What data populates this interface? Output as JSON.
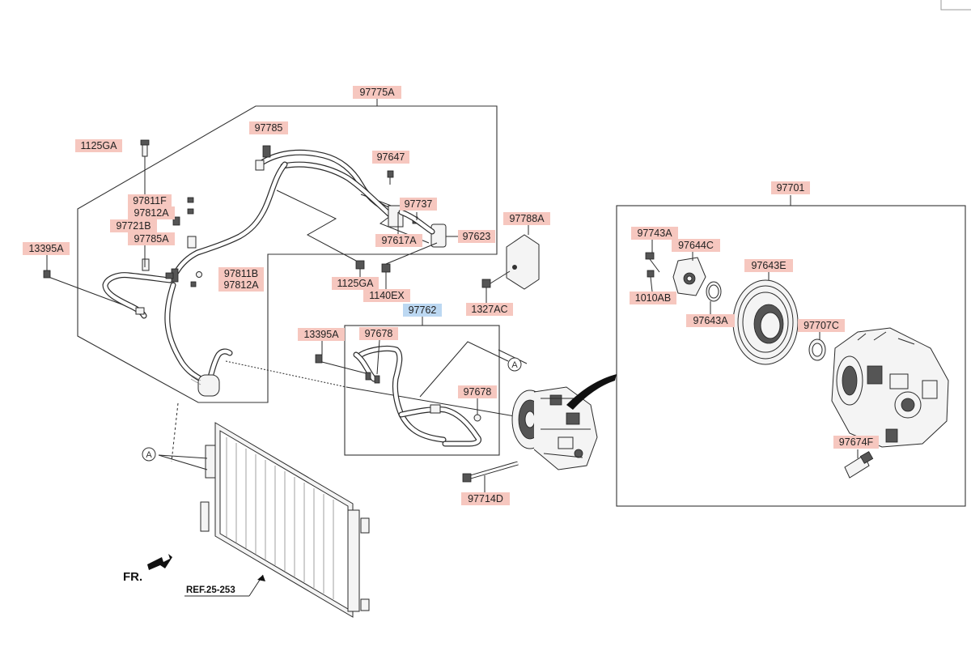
{
  "labels": [
    {
      "id": "97775A",
      "text": "97775A"
    },
    {
      "id": "97785",
      "text": "97785"
    },
    {
      "id": "1125GA_top",
      "text": "1125GA"
    },
    {
      "id": "97647",
      "text": "97647"
    },
    {
      "id": "97811F",
      "text": "97811F"
    },
    {
      "id": "97812A_top",
      "text": "97812A"
    },
    {
      "id": "97737",
      "text": "97737"
    },
    {
      "id": "97721B",
      "text": "97721B"
    },
    {
      "id": "97785A",
      "text": "97785A"
    },
    {
      "id": "97617A",
      "text": "97617A"
    },
    {
      "id": "97623",
      "text": "97623"
    },
    {
      "id": "13395A_left",
      "text": "13395A"
    },
    {
      "id": "97811B",
      "text": "97811B"
    },
    {
      "id": "97812A_low",
      "text": "97812A"
    },
    {
      "id": "1125GA_mid",
      "text": "1125GA"
    },
    {
      "id": "1140EX",
      "text": "1140EX"
    },
    {
      "id": "97788A",
      "text": "97788A"
    },
    {
      "id": "1327AC",
      "text": "1327AC"
    },
    {
      "id": "97762",
      "text": "97762",
      "selected": true
    },
    {
      "id": "13395A_mid",
      "text": "13395A"
    },
    {
      "id": "97678_a",
      "text": "97678"
    },
    {
      "id": "97678_b",
      "text": "97678"
    },
    {
      "id": "97714D",
      "text": "97714D"
    },
    {
      "id": "97701",
      "text": "97701"
    },
    {
      "id": "97743A",
      "text": "97743A"
    },
    {
      "id": "97644C",
      "text": "97644C"
    },
    {
      "id": "97643E",
      "text": "97643E"
    },
    {
      "id": "1010AB",
      "text": "1010AB"
    },
    {
      "id": "97643A",
      "text": "97643A"
    },
    {
      "id": "97707C",
      "text": "97707C"
    },
    {
      "id": "97674F",
      "text": "97674F"
    }
  ],
  "markers": {
    "a": "A"
  },
  "front_indicator": "FR.",
  "reference_note": "REF.25-253",
  "colors": {
    "label_bg": "#f6c7bf",
    "label_selected_bg": "#bcd8f2",
    "line": "#2a2a2a"
  }
}
